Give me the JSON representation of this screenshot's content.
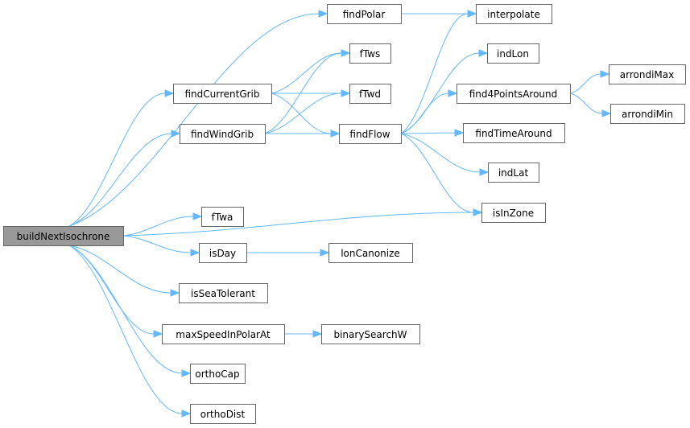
{
  "diagram": {
    "type": "call-graph",
    "edge_color": "#63b8ff",
    "root_fill": "#999999",
    "nodes": [
      {
        "id": "buildNextIsochrone",
        "label": "buildNextIsochrone",
        "root": true
      },
      {
        "id": "findPolar",
        "label": "findPolar"
      },
      {
        "id": "interpolate",
        "label": "interpolate"
      },
      {
        "id": "fTws",
        "label": "fTws"
      },
      {
        "id": "findCurrentGrib",
        "label": "findCurrentGrib"
      },
      {
        "id": "fTwd",
        "label": "fTwd"
      },
      {
        "id": "findWindGrib",
        "label": "findWindGrib"
      },
      {
        "id": "findFlow",
        "label": "findFlow"
      },
      {
        "id": "indLon",
        "label": "indLon"
      },
      {
        "id": "find4PointsAround",
        "label": "find4PointsAround"
      },
      {
        "id": "arrondiMax",
        "label": "arrondiMax"
      },
      {
        "id": "arrondiMin",
        "label": "arrondiMin"
      },
      {
        "id": "findTimeAround",
        "label": "findTimeAround"
      },
      {
        "id": "indLat",
        "label": "indLat"
      },
      {
        "id": "isInZone",
        "label": "isInZone"
      },
      {
        "id": "fTwa",
        "label": "fTwa"
      },
      {
        "id": "isDay",
        "label": "isDay"
      },
      {
        "id": "lonCanonize",
        "label": "lonCanonize"
      },
      {
        "id": "isSeaTolerant",
        "label": "isSeaTolerant"
      },
      {
        "id": "maxSpeedInPolarAt",
        "label": "maxSpeedInPolarAt"
      },
      {
        "id": "binarySearchW",
        "label": "binarySearchW"
      },
      {
        "id": "orthoCap",
        "label": "orthoCap"
      },
      {
        "id": "orthoDist",
        "label": "orthoDist"
      }
    ],
    "edges": [
      {
        "from": "buildNextIsochrone",
        "to": "findPolar"
      },
      {
        "from": "buildNextIsochrone",
        "to": "findCurrentGrib"
      },
      {
        "from": "buildNextIsochrone",
        "to": "findWindGrib"
      },
      {
        "from": "buildNextIsochrone",
        "to": "isInZone"
      },
      {
        "from": "buildNextIsochrone",
        "to": "fTwa"
      },
      {
        "from": "buildNextIsochrone",
        "to": "isDay"
      },
      {
        "from": "buildNextIsochrone",
        "to": "isSeaTolerant"
      },
      {
        "from": "buildNextIsochrone",
        "to": "maxSpeedInPolarAt"
      },
      {
        "from": "buildNextIsochrone",
        "to": "orthoCap"
      },
      {
        "from": "buildNextIsochrone",
        "to": "orthoDist"
      },
      {
        "from": "findPolar",
        "to": "interpolate"
      },
      {
        "from": "findCurrentGrib",
        "to": "fTws"
      },
      {
        "from": "findCurrentGrib",
        "to": "fTwd"
      },
      {
        "from": "findCurrentGrib",
        "to": "findFlow"
      },
      {
        "from": "findWindGrib",
        "to": "fTws"
      },
      {
        "from": "findWindGrib",
        "to": "fTwd"
      },
      {
        "from": "findWindGrib",
        "to": "findFlow"
      },
      {
        "from": "findFlow",
        "to": "interpolate"
      },
      {
        "from": "findFlow",
        "to": "indLon"
      },
      {
        "from": "findFlow",
        "to": "find4PointsAround"
      },
      {
        "from": "findFlow",
        "to": "findTimeAround"
      },
      {
        "from": "findFlow",
        "to": "indLat"
      },
      {
        "from": "findFlow",
        "to": "isInZone"
      },
      {
        "from": "find4PointsAround",
        "to": "arrondiMax"
      },
      {
        "from": "find4PointsAround",
        "to": "arrondiMin"
      },
      {
        "from": "isDay",
        "to": "lonCanonize"
      },
      {
        "from": "maxSpeedInPolarAt",
        "to": "binarySearchW"
      }
    ]
  }
}
